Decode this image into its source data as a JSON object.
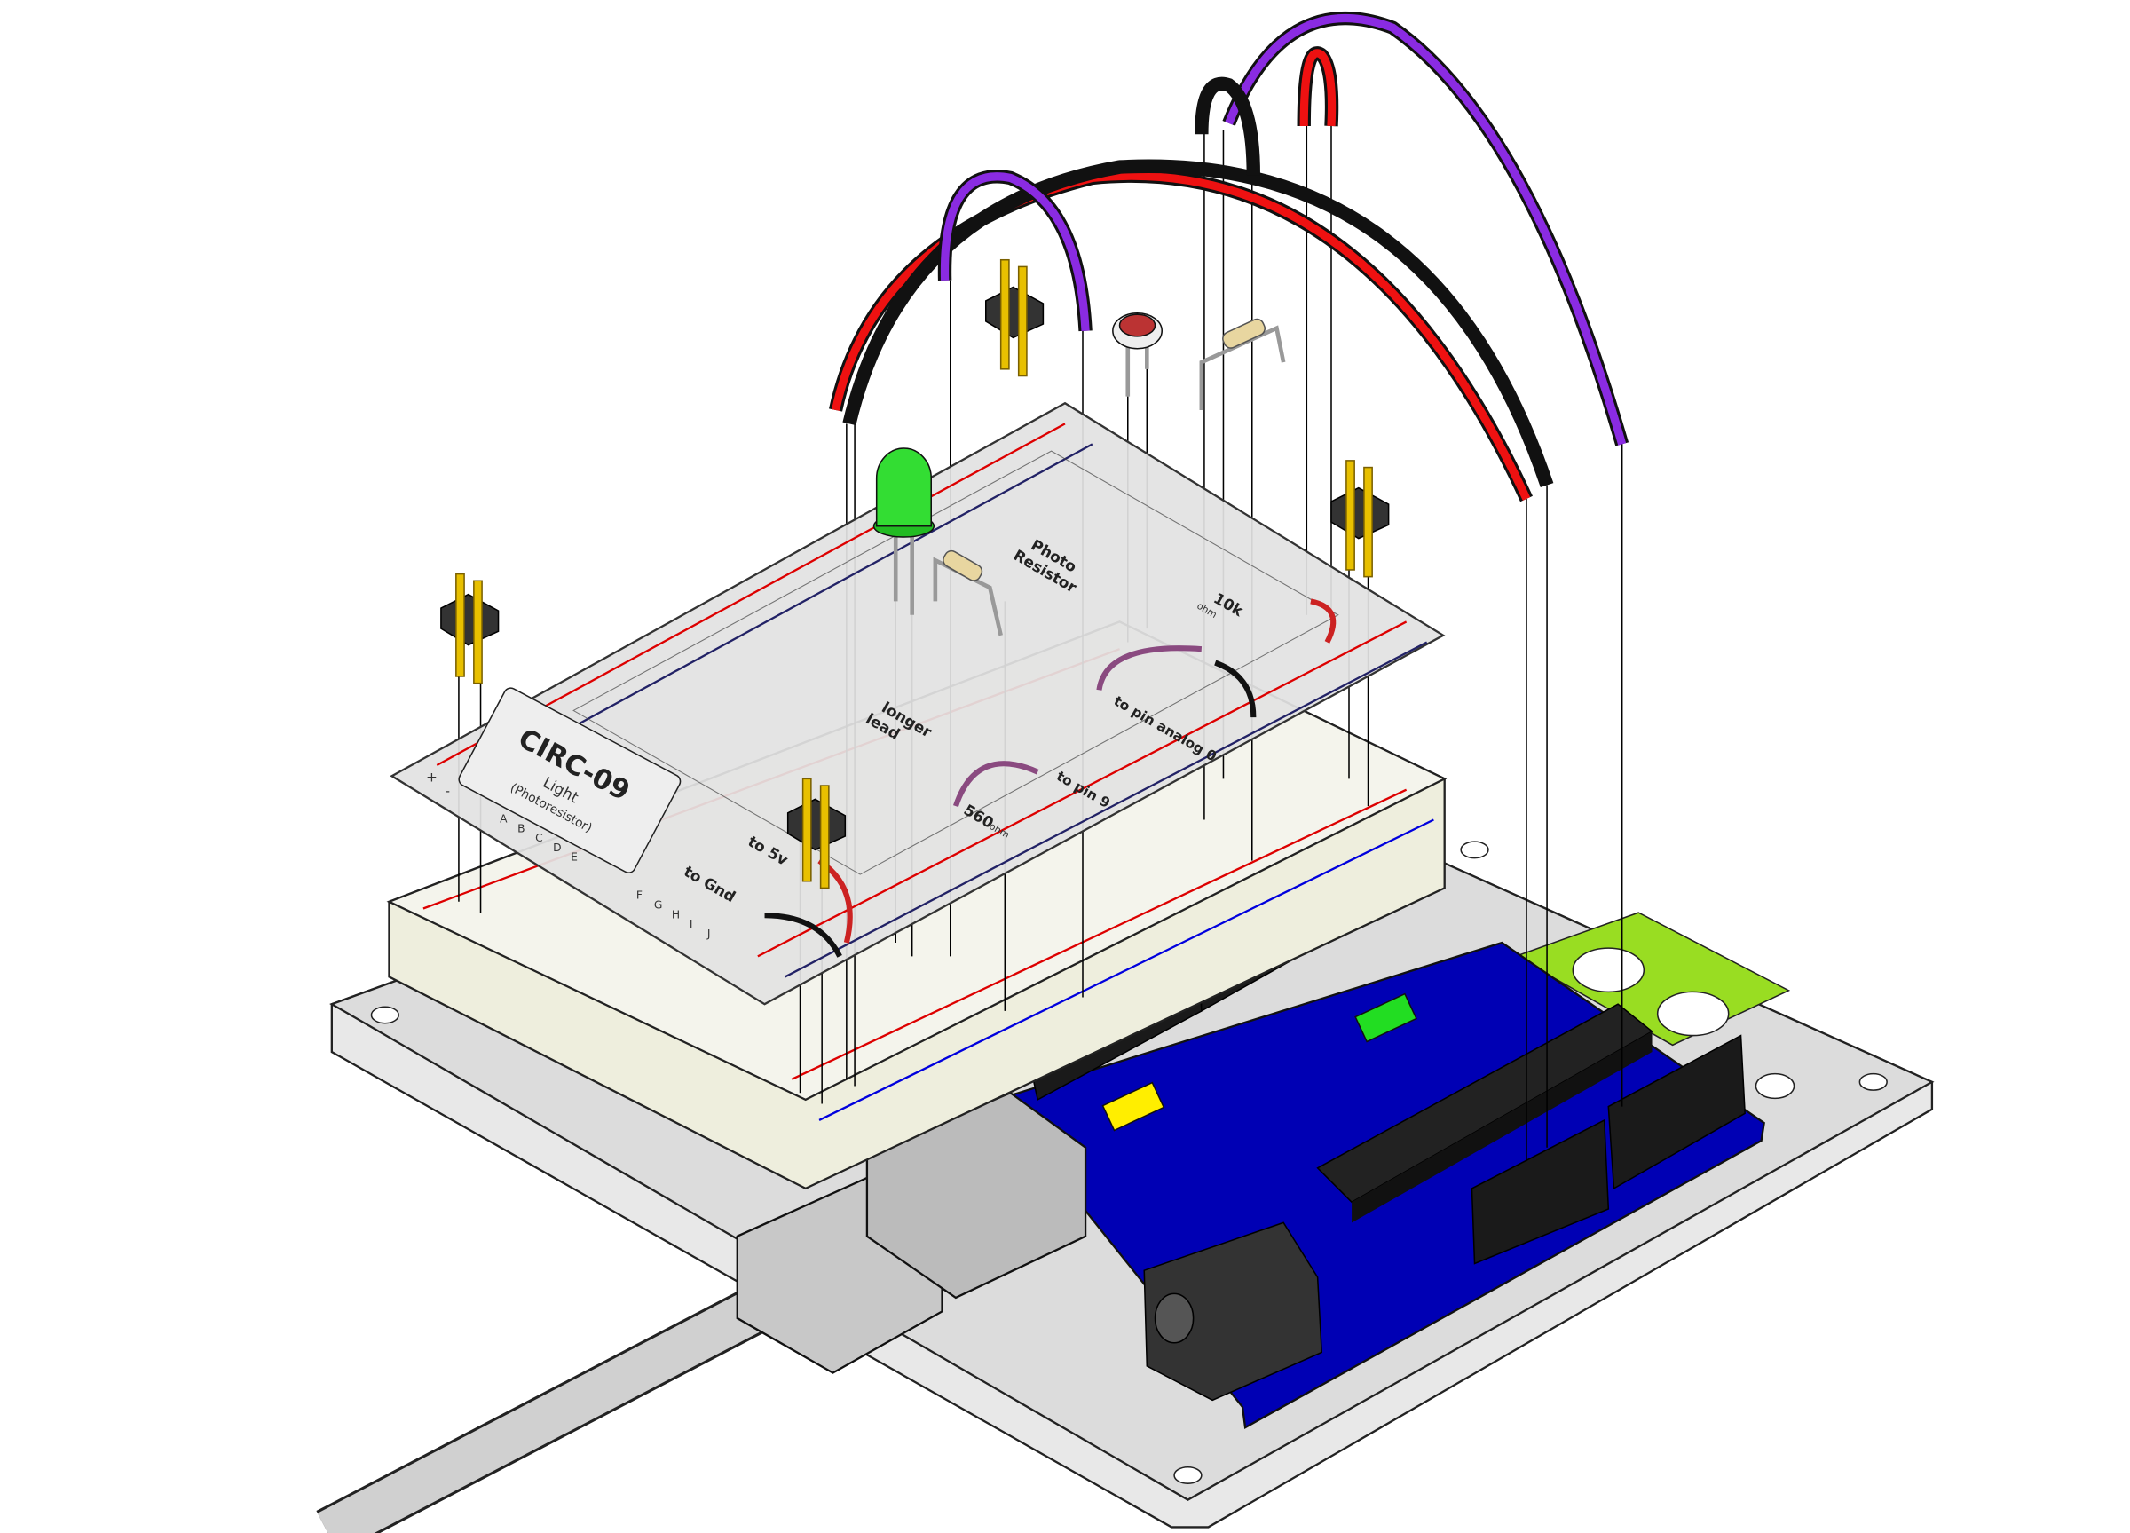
{
  "overlay_sheet": {
    "title": "CIRC-09",
    "subtitle": "Light",
    "subtitle2": "(Photoresistor)",
    "labels": {
      "photo_resistor_1": "Photo",
      "photo_resistor_2": "Resistor",
      "resistor_10k": "10k",
      "resistor_10k_unit": "ohm",
      "longer_lead_1": "longer",
      "longer_lead_2": "lead",
      "resistor_560": "560",
      "resistor_560_unit": "ohm",
      "to_pin_9": "to pin 9",
      "to_pin_analog_0": "to pin analog 0",
      "to_5v": "to 5v",
      "to_gnd": "to Gnd",
      "plus": "+",
      "minus": "-"
    },
    "column_letters_left": [
      "A",
      "B",
      "C",
      "D",
      "E"
    ],
    "column_letters_right": [
      "F",
      "G",
      "H",
      "I",
      "J"
    ]
  },
  "colors": {
    "board": "#0000b4",
    "led": "#33dd33",
    "wire_red": "#ee1111",
    "wire_black": "#111111",
    "wire_purple": "#8a2be2",
    "header_pin": "#e8c000",
    "breadboard": "#eeeedd",
    "plate": "#dddddd",
    "plate_accent": "#99dd22"
  }
}
